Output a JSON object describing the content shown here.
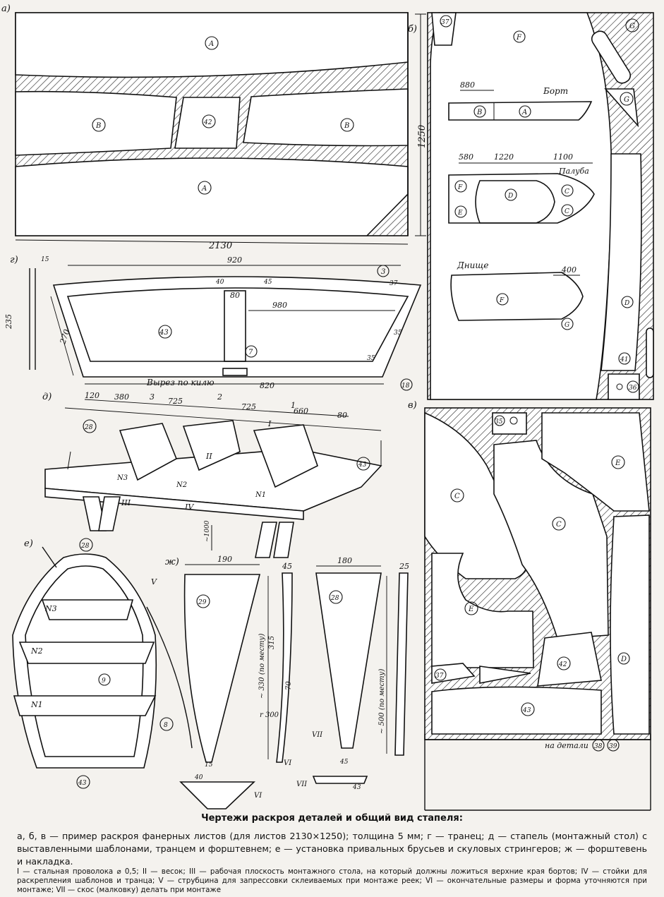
{
  "panel_labels": {
    "a": "а)",
    "b": "б)",
    "v": "в)",
    "g": "г)",
    "d": "д)",
    "e": "е)",
    "zh": "ж)"
  },
  "sheet_a": {
    "part_A": "A",
    "part_B": "B",
    "part_42": "42",
    "dim_width": "2130",
    "dim_height": "1250"
  },
  "sheet_b": {
    "part_F": "F",
    "part_G": "G",
    "part_37": "37",
    "part_41": "41",
    "part_36": "36",
    "part_D": "D",
    "part_C": "C",
    "part_E": "E",
    "label_bort": "Борт",
    "label_paluba": "Палуба",
    "label_dnische": "Днище",
    "dim_880": "880",
    "dim_580": "580",
    "dim_1220": "1220",
    "dim_1100": "1100",
    "dim_400": "400"
  },
  "sheet_v": {
    "part_C": "C",
    "part_E": "E",
    "part_D": "D",
    "part_42": "42",
    "part_43": "43",
    "part_37": "37",
    "part_35": "35",
    "label_details": "на детали",
    "part_38": "38",
    "part_39": "39"
  },
  "transom": {
    "part_43": "43",
    "part_3": "3",
    "part_7": "7",
    "part_18": "18",
    "dim_920": "920",
    "dim_40": "40",
    "dim_45": "45",
    "dim_37": "37",
    "dim_80": "80",
    "dim_980": "980",
    "dim_235": "235",
    "dim_270": "270",
    "dim_35a": "35",
    "dim_35b": "35",
    "dim_820": "820",
    "dim_15": "15",
    "label_cut": "Вырез по килю"
  },
  "slipway": {
    "dim_120": "120",
    "dim_380": "380",
    "dim_725a": "725",
    "dim_725b": "725",
    "dim_660": "660",
    "dim_80": "80",
    "n3": "3",
    "n2": "2",
    "n1": "1",
    "roman_I": "I",
    "roman_II": "II",
    "roman_III": "III",
    "roman_IV": "IV",
    "part_28": "28",
    "part_43": "43",
    "label_N1": "N1",
    "label_N2": "N2",
    "label_N3": "N3",
    "dim_1000": "~1000"
  },
  "boat_view": {
    "part_28": "28",
    "part_9": "9",
    "part_8": "8",
    "part_43": "43",
    "label_N1": "N1",
    "label_N2": "N2",
    "label_N3": "N3",
    "roman_V": "V"
  },
  "stem": {
    "part_29": "29",
    "part_28": "28",
    "dim_190": "190",
    "dim_45": "45",
    "dim_180": "180",
    "dim_25": "25",
    "dim_330": "~ 330 (по месту)",
    "dim_315": "315",
    "dim_70": "70",
    "dim_300": "r 300",
    "dim_500": "~ 500 (по месту)",
    "dim_15": "15",
    "dim_45b": "45",
    "dim_43": "43",
    "dim_40": "40",
    "roman_VI_a": "VI",
    "roman_VI_b": "VI",
    "roman_VII_a": "VII",
    "roman_VII_b": "VII"
  },
  "caption": {
    "title": "Чертежи раскроя деталей и общий вид стапеля:",
    "main": "а, б, в — пример раскроя фанерных листов (для листов 2130×1250); толщина 5 мм; г — транец; д — стапель (монтажный стол) с выставленными шаблонами, транцем и форштевнем; е — установка привальных брусьев и скуловых стрингеров; ж — форштевень и накладка.",
    "notes": "I — стальная проволока ⌀ 0,5; II — весок; III — рабочая плоскость монтажного стола, на который должны ложиться верхние края бортов; IV — стойки для раскрепления шаблонов и транца; V — струбцина для запрессовки склеиваемых при монтаже реек; VI — окончательные размеры и форма уточняются при монтаже; VII — скос (малковку) делать при монтаже"
  }
}
